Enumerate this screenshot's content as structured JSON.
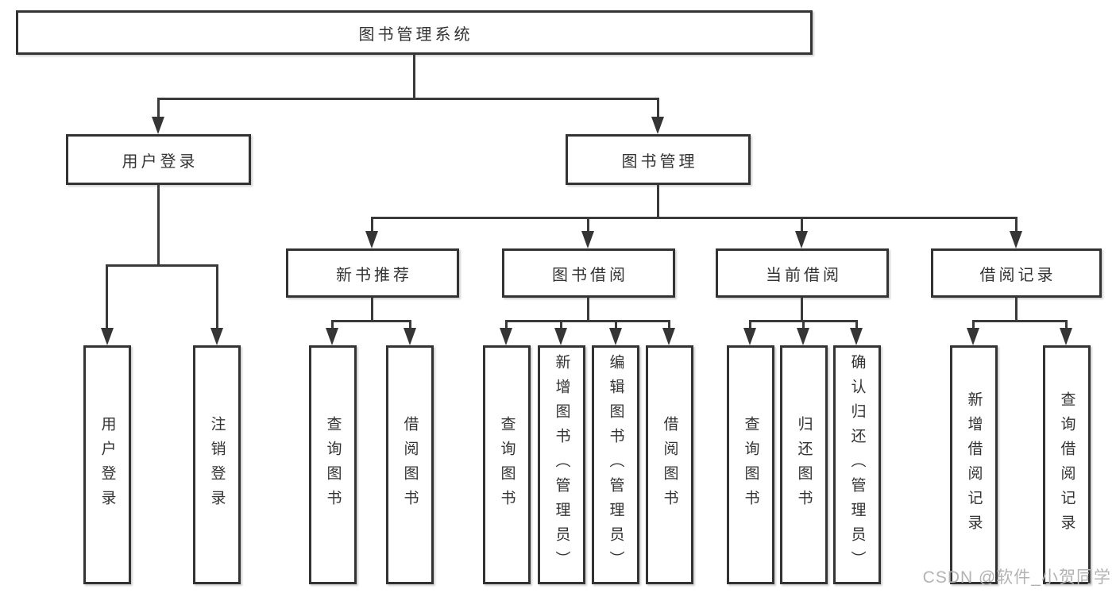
{
  "diagram": {
    "colors": {
      "background": "#ffffff",
      "box_fill": "#ffffff",
      "box_border": "#333333",
      "line": "#3a3a3a",
      "text": "#333333",
      "watermark": "#b3b3b3"
    },
    "nodes": {
      "root": {
        "label": "图书管理系统"
      },
      "user_login": {
        "label": "用户登录"
      },
      "book_mgmt": {
        "label": "图书管理"
      },
      "new_book_rec": {
        "label": "新书推荐"
      },
      "book_borrow": {
        "label": "图书借阅"
      },
      "current_borrow": {
        "label": "当前借阅"
      },
      "borrow_records": {
        "label": "借阅记录"
      },
      "leaf_user_login": {
        "label": "用户登录"
      },
      "leaf_logout": {
        "label": "注销登录"
      },
      "leaf_query_books_rec": {
        "label": "查询图书"
      },
      "leaf_borrow_books_rec": {
        "label": "借阅图书"
      },
      "leaf_query_books_bor": {
        "label": "查询图书"
      },
      "leaf_add_books": {
        "label": "新增图书（管理员）"
      },
      "leaf_edit_books": {
        "label": "编辑图书（管理员）"
      },
      "leaf_borrow_books_bor": {
        "label": "借阅图书"
      },
      "leaf_query_books_cur": {
        "label": "查询图书"
      },
      "leaf_return_books": {
        "label": "归还图书"
      },
      "leaf_confirm_return": {
        "label": "确认归还（管理员）"
      },
      "leaf_add_record": {
        "label": "新增借阅记录"
      },
      "leaf_query_record": {
        "label": "查询借阅记录"
      }
    },
    "watermark": {
      "text": "CSDN @软件_小贺同学"
    }
  }
}
